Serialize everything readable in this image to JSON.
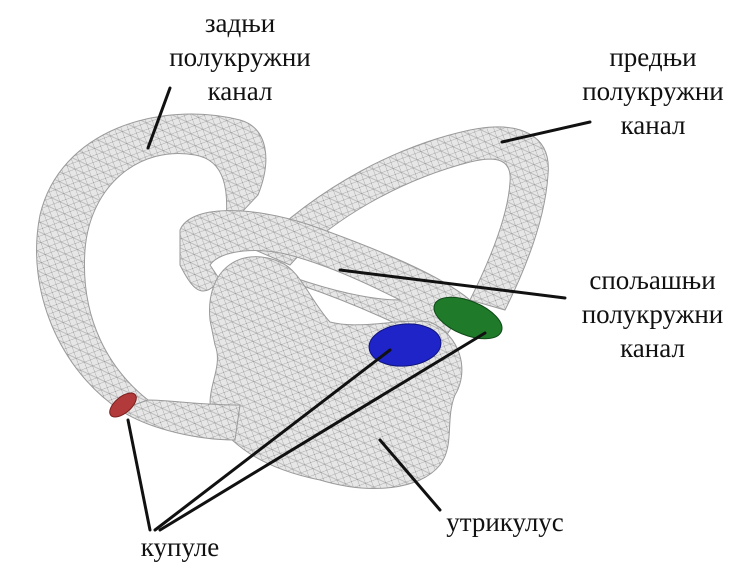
{
  "labels": {
    "posterior_canal": [
      "задњи",
      "полукружни",
      "канал"
    ],
    "anterior_canal": [
      "предњи",
      "полукружни",
      "канал"
    ],
    "lateral_canal": [
      "спољашњи",
      "полукружни",
      "канал"
    ],
    "utricle": "утрикулус",
    "cupulae": "купуле"
  },
  "colors": {
    "mesh_fill": "#e6e6e6",
    "mesh_line": "#8c8c8c",
    "cupula_posterior": "#b23a3a",
    "cupula_lateral": "#1f24c9",
    "cupula_anterior": "#1f7a2a",
    "leader_line": "#111111"
  }
}
